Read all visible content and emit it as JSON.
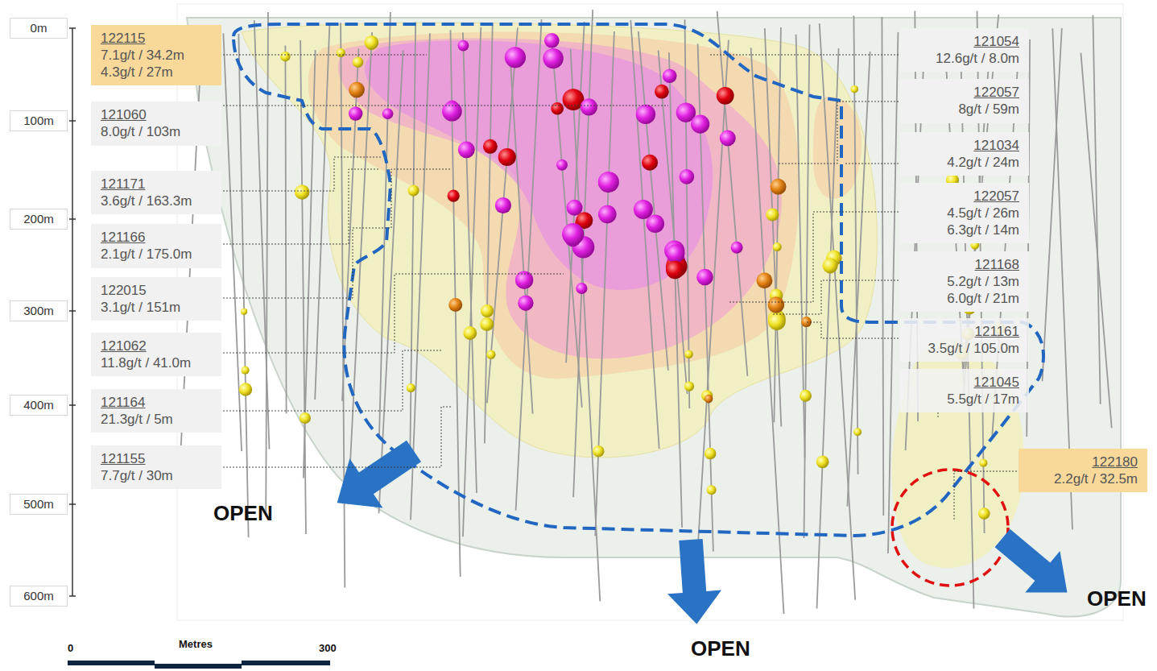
{
  "diagram": {
    "nodes": [
      {
        "text": [
          "0m"
        ]
      },
      {
        "text": [
          "100m"
        ]
      },
      {
        "text": [
          "200m"
        ]
      },
      {
        "text": [
          "300m"
        ]
      },
      {
        "text": [
          "400m"
        ]
      },
      {
        "text": [
          "500m"
        ]
      },
      {
        "text": [
          "600m"
        ]
      },
      {
        "text": [
          "122115",
          "7.1g/t / 34.2m",
          "4.3g/t / 27m"
        ]
      },
      {
        "text": [
          "121060",
          "8.0g/t / 103m"
        ]
      },
      {
        "text": [
          "121171",
          "3.6g/t / 163.3m"
        ]
      },
      {
        "text": [
          "121166",
          "2.1g/t / 175.0m"
        ]
      },
      {
        "text": [
          "122015",
          "3.1g/t / 151m"
        ]
      },
      {
        "text": [
          "121062",
          "11.8g/t / 41.0m"
        ]
      },
      {
        "text": [
          "121164",
          "21.3g/t / 5m"
        ]
      },
      {
        "text": [
          "121155",
          "7.7g/t / 30m"
        ]
      },
      {
        "text": [
          "121054",
          "12.6g/t / 8.0m"
        ]
      },
      {
        "text": [
          "122057",
          "8g/t / 59m"
        ]
      },
      {
        "text": [
          "121034",
          "4.2g/t / 24m"
        ]
      },
      {
        "text": [
          "122057",
          "4.5g/t / 26m",
          "6.3g/t / 14m"
        ]
      },
      {
        "text": [
          "121168",
          "5.2g/t / 13m",
          "6.0g/t / 21m"
        ]
      },
      {
        "text": [
          "121161",
          "3.5g/t / 105.0m"
        ]
      },
      {
        "text": [
          "121045",
          "5.5g/t / 17m"
        ]
      },
      {
        "text": [
          "122180",
          "2.2g/t / 32.5m"
        ]
      }
    ],
    "labels": [
      "OPEN",
      "OPEN",
      "OPEN",
      "Metres",
      "0",
      "300"
    ]
  }
}
